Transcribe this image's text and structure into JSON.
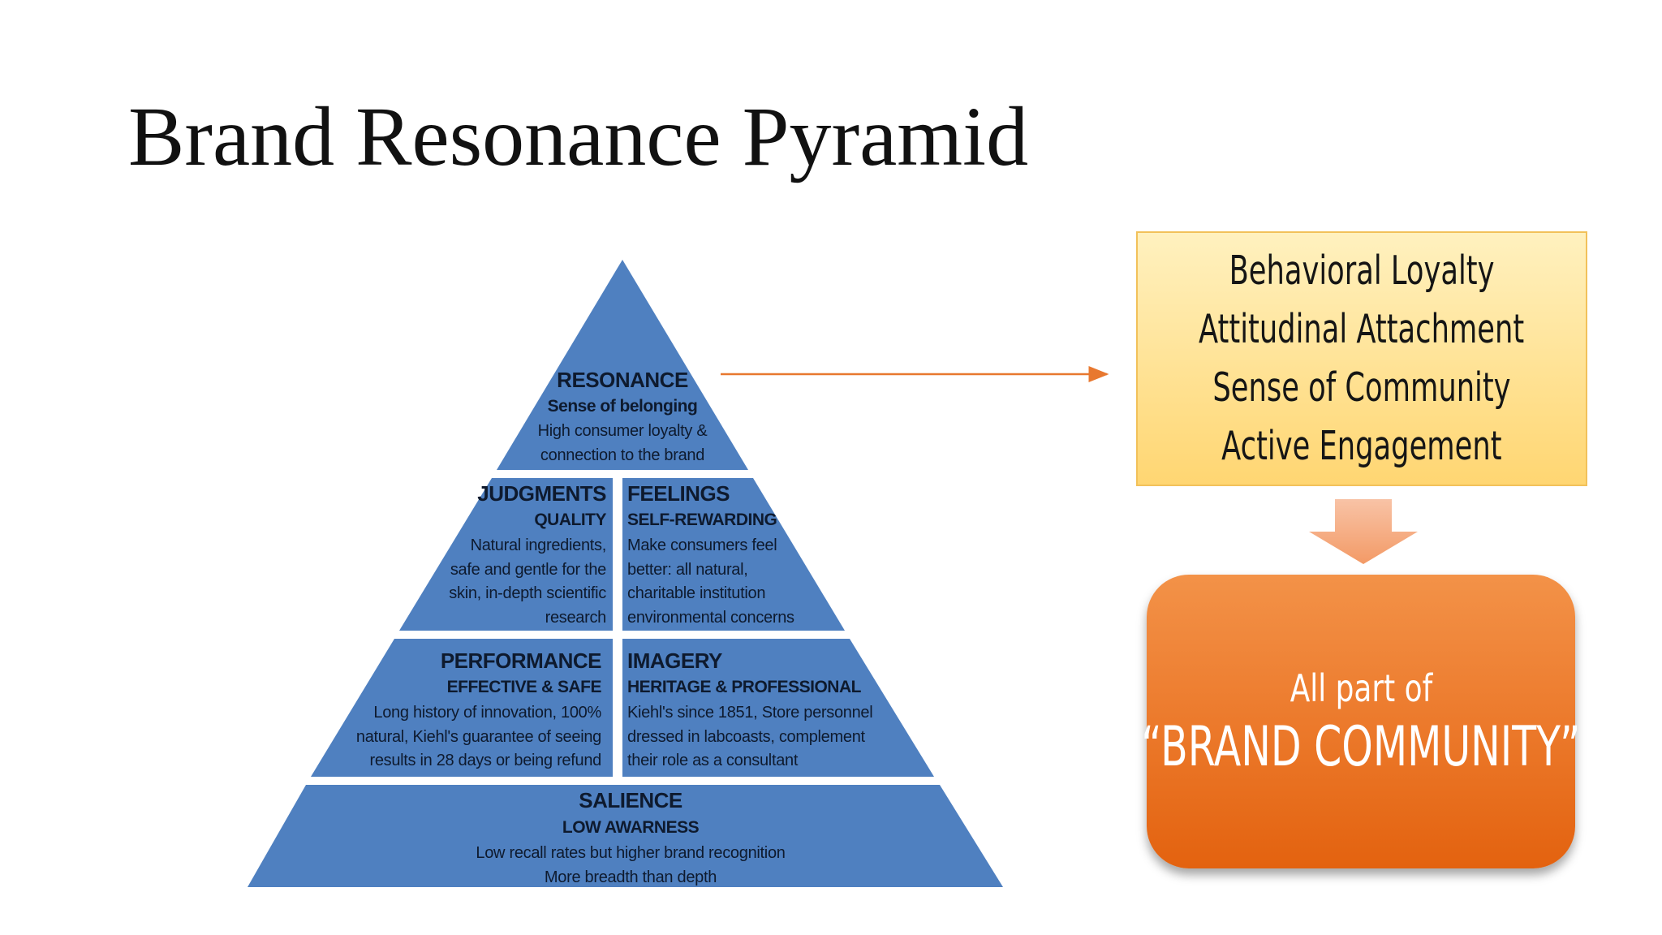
{
  "slide": {
    "title": "Brand Resonance Pyramid"
  },
  "pyramid": {
    "resonance": {
      "heading": "RESONANCE",
      "subheading": "Sense of belonging",
      "body": [
        "High consumer loyalty &",
        "connection to the brand"
      ]
    },
    "judgments": {
      "heading": "JUDGMENTS",
      "subheading": "QUALITY",
      "body": [
        "Natural ingredients,",
        "safe and gentle for the",
        "skin, in-depth scientific",
        "research"
      ]
    },
    "feelings": {
      "heading": "FEELINGS",
      "subheading": "SELF-REWARDING",
      "body": [
        "Make consumers feel",
        "better: all natural,",
        "charitable institution",
        "environmental concerns"
      ]
    },
    "performance": {
      "heading": "PERFORMANCE",
      "subheading": "EFFECTIVE & SAFE",
      "body": [
        "Long history of innovation, 100%",
        "natural, Kiehl's guarantee of seeing",
        "results in 28 days or being refund"
      ]
    },
    "imagery": {
      "heading": "IMAGERY",
      "subheading": "HERITAGE & PROFESSIONAL",
      "body": [
        "Kiehl's since 1851, Store personnel",
        "dressed in labcoasts, complement",
        "their role as a consultant"
      ]
    },
    "salience": {
      "heading": "SALIENCE",
      "subheading": "LOW AWARNESS",
      "body": [
        "Low recall rates but higher brand recognition",
        "More breadth than depth"
      ]
    }
  },
  "loyalty_box": {
    "items": [
      "Behavioral Loyalty",
      "Attitudinal Attachment",
      "Sense of Community",
      "Active Engagement"
    ]
  },
  "community_box": {
    "line1": "All part of",
    "line2": "“BRAND COMMUNITY”"
  },
  "colors": {
    "pyramid_fill": "#4f80c0",
    "connector_arrow": "#e8782f",
    "loyalty_box_fill": "#ffd672",
    "down_arrow": "#f6b48b",
    "community_box_fill": "#ec7a2c"
  }
}
